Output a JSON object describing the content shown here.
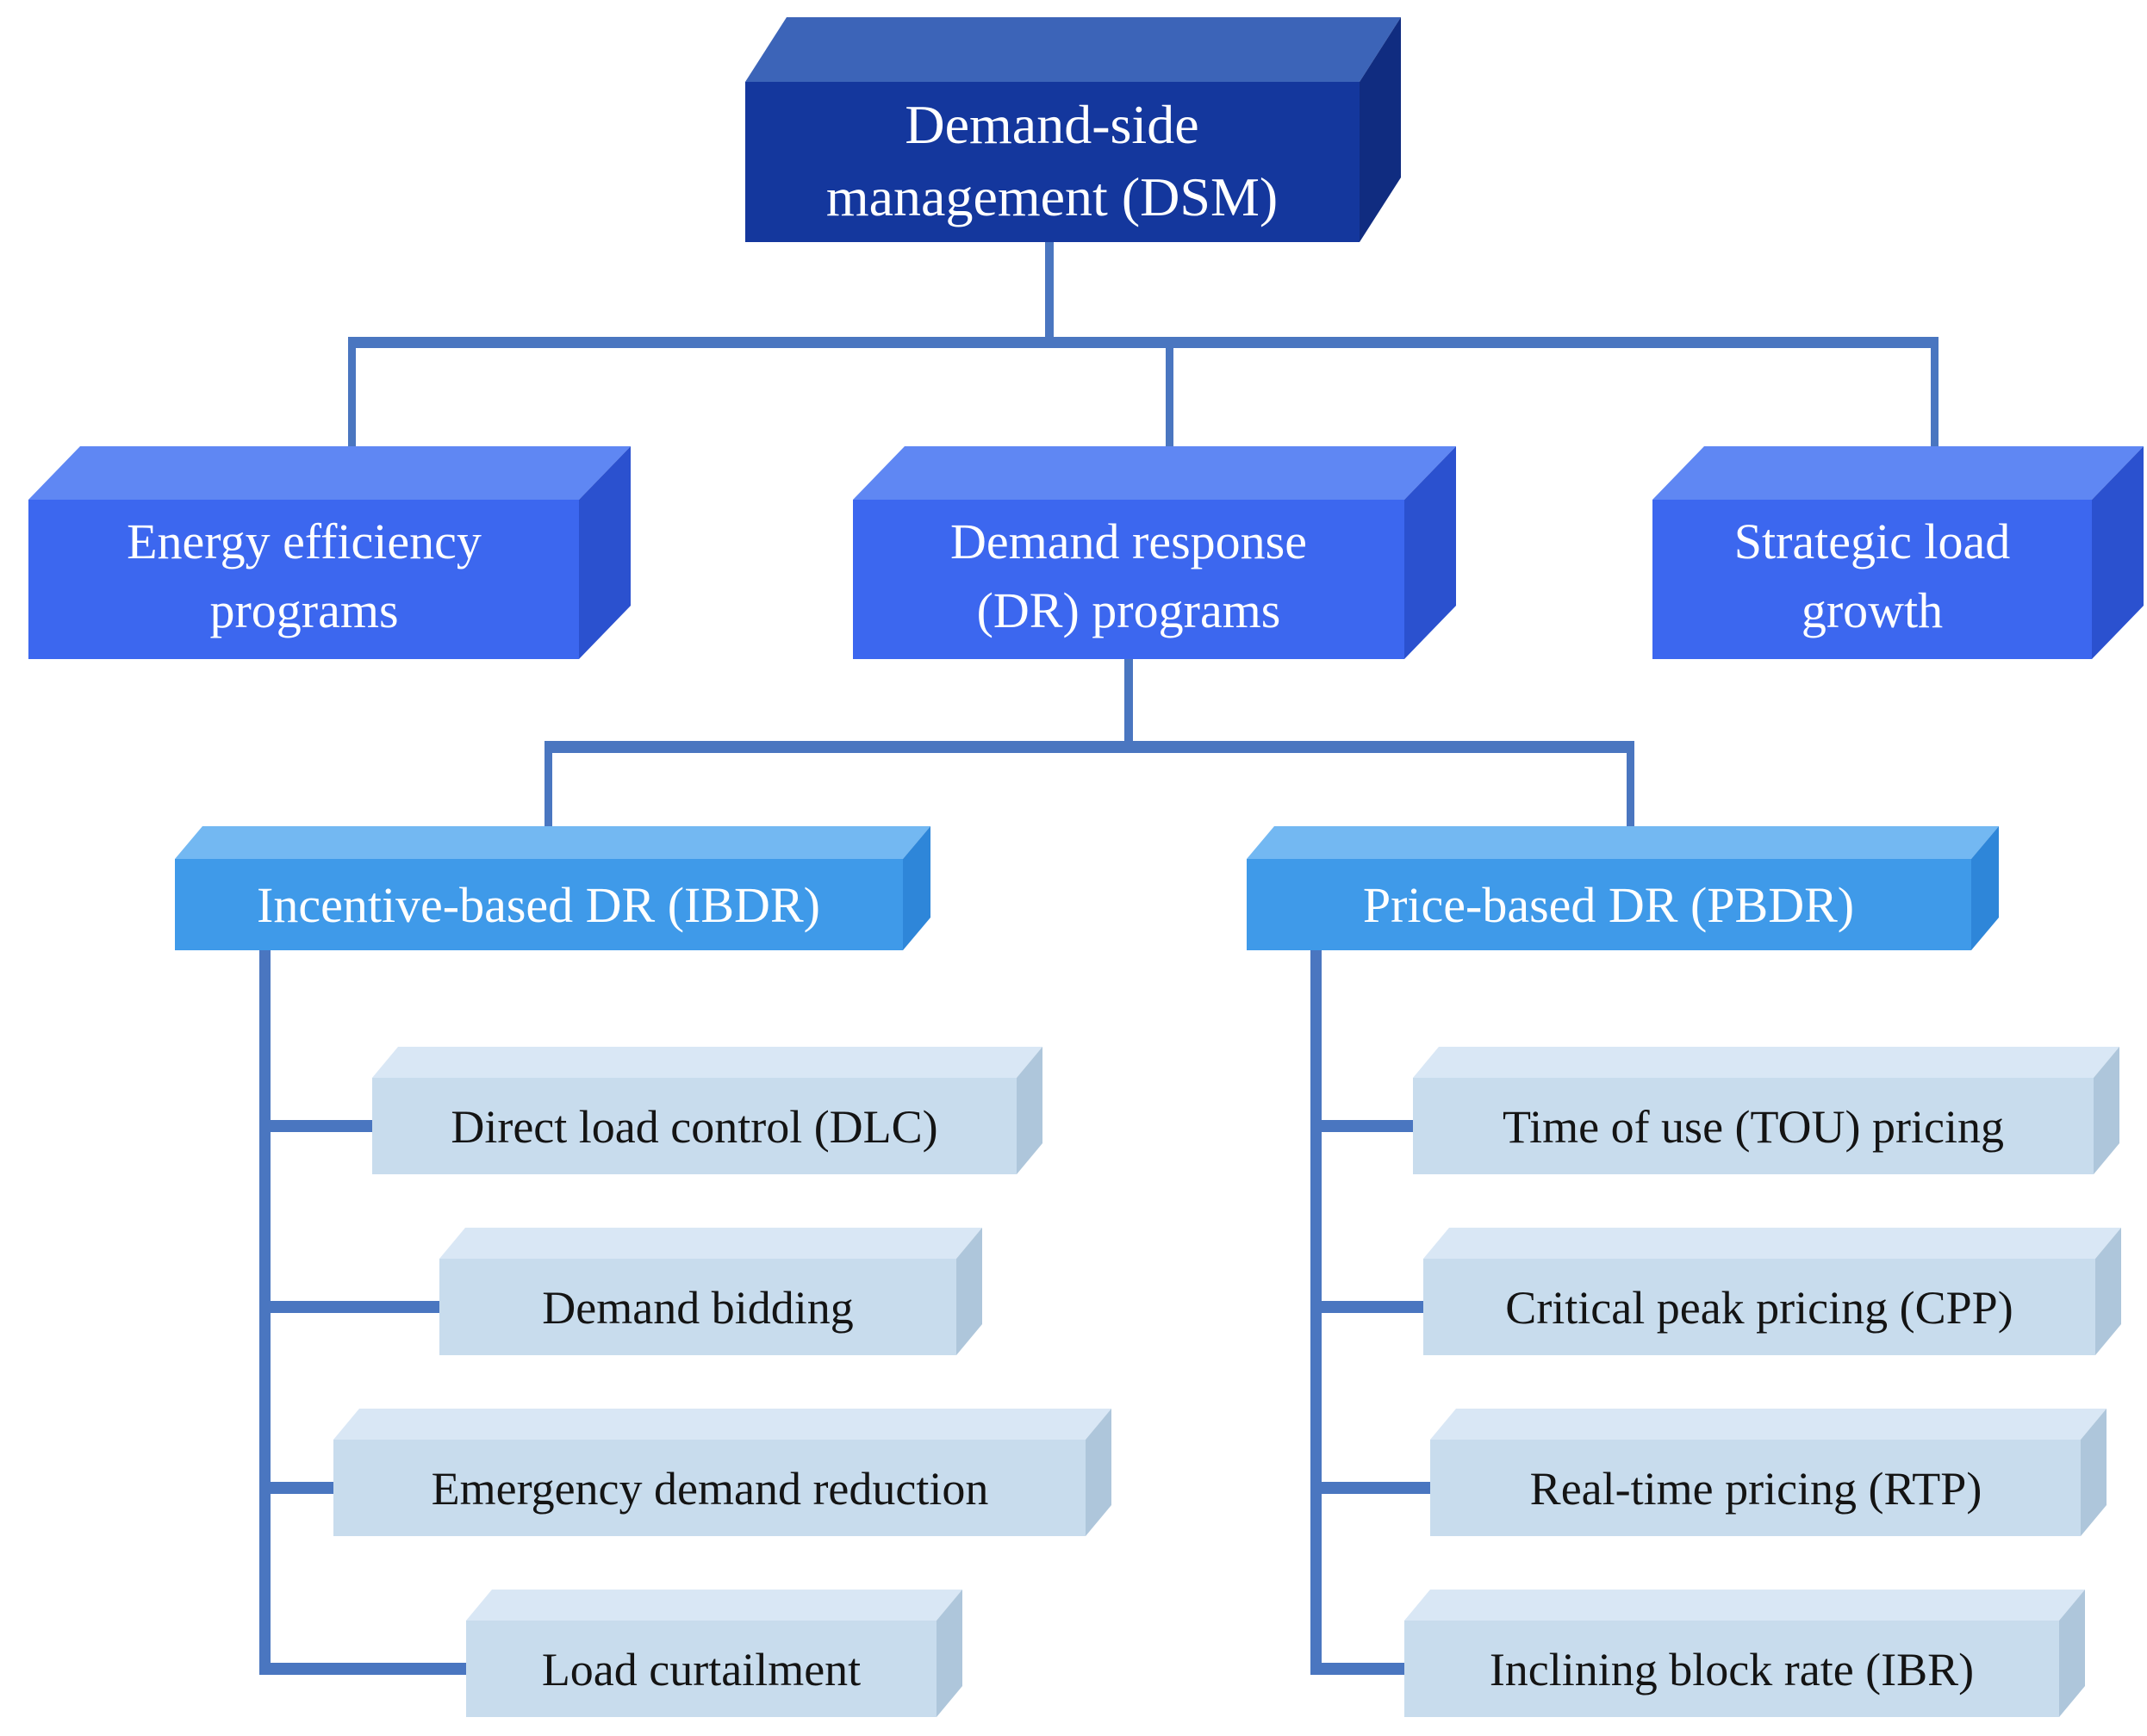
{
  "diagram": {
    "type": "hierarchy",
    "root": "Demand-side management (DSM)",
    "levels": {
      "root_children": [
        "Energy efficiency programs",
        "Demand response (DR) programs",
        "Strategic load growth"
      ],
      "dr_children": [
        "Incentive-based DR (IBDR)",
        "Price-based DR (PBDR)"
      ],
      "ibdr_children": [
        "Direct load control (DLC)",
        "Demand bidding",
        "Emergency demand reduction",
        "Load curtailment"
      ],
      "pbdr_children": [
        "Time of use (TOU) pricing",
        "Critical peak pricing (CPP)",
        "Real-time pricing (RTP)",
        "Inclining block rate (IBR)"
      ]
    }
  },
  "colors": {
    "level1_front": "#14379d",
    "level2_front": "#3c67ef",
    "level3_front": "#3f9ae9",
    "level4_front": "#c8dced",
    "connector": "#4a76c0",
    "text_on_blue": "#ffffff",
    "text_on_light": "#141414"
  },
  "nodes": {
    "dsm": {
      "lines": [
        "Demand-side",
        "management (DSM)"
      ]
    },
    "energy": {
      "lines": [
        "Energy efficiency",
        "programs"
      ]
    },
    "dr": {
      "lines": [
        "Demand response",
        "(DR) programs"
      ]
    },
    "strategic": {
      "lines": [
        "Strategic load",
        "growth"
      ]
    },
    "ibdr": {
      "lines": [
        "Incentive-based DR (IBDR)"
      ]
    },
    "pbdr": {
      "lines": [
        "Price-based DR (PBDR)"
      ]
    },
    "dlc": {
      "lines": [
        "Direct load control (DLC)"
      ]
    },
    "demand_bidding": {
      "lines": [
        "Demand bidding"
      ]
    },
    "emergency": {
      "lines": [
        "Emergency demand reduction"
      ]
    },
    "load_curtailment": {
      "lines": [
        "Load curtailment"
      ]
    },
    "tou": {
      "lines": [
        "Time of use (TOU) pricing"
      ]
    },
    "cpp": {
      "lines": [
        "Critical peak pricing (CPP)"
      ]
    },
    "rtp": {
      "lines": [
        "Real-time pricing (RTP)"
      ]
    },
    "ibr": {
      "lines": [
        "Inclining block rate (IBR)"
      ]
    }
  }
}
